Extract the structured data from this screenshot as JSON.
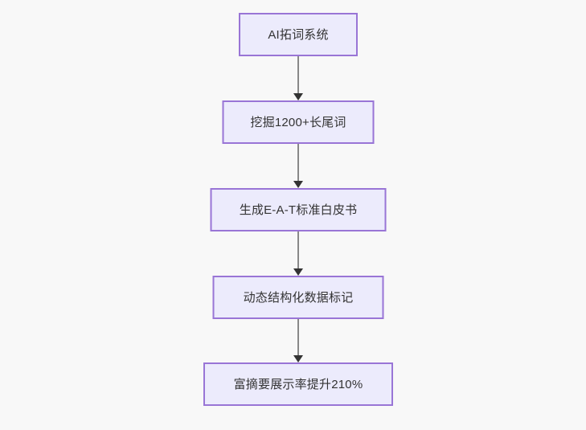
{
  "diagram": {
    "type": "flowchart",
    "orientation": "top-to-bottom",
    "background_color": "#f8f8f8",
    "node_fill_color": "#ecebfc",
    "node_border_color": "#9975d6",
    "node_text_color": "#333333",
    "edge_line_color": "#888888",
    "edge_arrow_color": "#333333",
    "nodes": [
      {
        "id": "node-1",
        "label": "AI拓词系统"
      },
      {
        "id": "node-2",
        "label": "挖掘1200+长尾词"
      },
      {
        "id": "node-3",
        "label": "生成E-A-T标准白皮书"
      },
      {
        "id": "node-4",
        "label": "动态结构化数据标记"
      },
      {
        "id": "node-5",
        "label": "富摘要展示率提升210%"
      }
    ],
    "edges": [
      {
        "id": "edge-1",
        "from": "node-1",
        "to": "node-2",
        "label": ""
      },
      {
        "id": "edge-2",
        "from": "node-2",
        "to": "node-3",
        "label": ""
      },
      {
        "id": "edge-3",
        "from": "node-3",
        "to": "node-4",
        "label": ""
      },
      {
        "id": "edge-4",
        "from": "node-4",
        "to": "node-5",
        "label": ""
      }
    ]
  }
}
